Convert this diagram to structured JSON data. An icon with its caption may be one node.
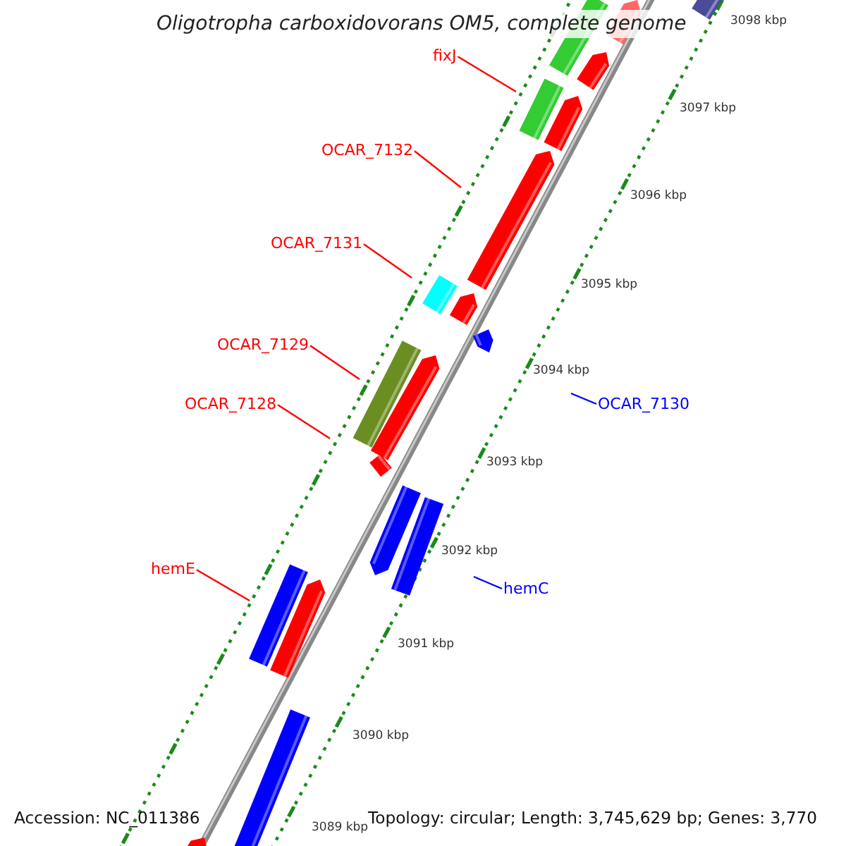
{
  "diagram": {
    "title": "Oligotropha carboxidovorans OM5, complete genome",
    "nodes": [
      {
        "text": [
          "fixJ"
        ]
      },
      {
        "text": [
          "OCAR_7132"
        ]
      },
      {
        "text": [
          "OCAR_7131"
        ]
      },
      {
        "text": [
          "OCAR_7129"
        ]
      },
      {
        "text": [
          "OCAR_7128"
        ]
      },
      {
        "text": [
          "OCAR_7130"
        ]
      },
      {
        "text": [
          "hemE"
        ]
      },
      {
        "text": [
          "hemC"
        ]
      }
    ],
    "edges": [
      {
        "from": 0,
        "to": null,
        "arrow": "none"
      },
      {
        "from": 1,
        "to": null,
        "arrow": "none"
      },
      {
        "from": 2,
        "to": null,
        "arrow": "none"
      },
      {
        "from": 3,
        "to": null,
        "arrow": "none"
      },
      {
        "from": 4,
        "to": null,
        "arrow": "none"
      },
      {
        "from": 5,
        "to": null,
        "arrow": "none",
        "color": "#0000ff"
      },
      {
        "from": 6,
        "to": null,
        "arrow": "none"
      },
      {
        "from": 7,
        "to": null,
        "arrow": "none",
        "color": "#0000ff"
      }
    ],
    "labels": [
      "3098 kbp",
      "3097 kbp",
      "3096 kbp",
      "3095 kbp",
      "3094 kbp",
      "3093 kbp",
      "3092 kbp",
      "3091 kbp",
      "3090 kbp",
      "3089 kbp",
      "Accession: NC_011386",
      "Topology: circular; Length: 3,745,629 bp; Genes: 3,770"
    ]
  }
}
